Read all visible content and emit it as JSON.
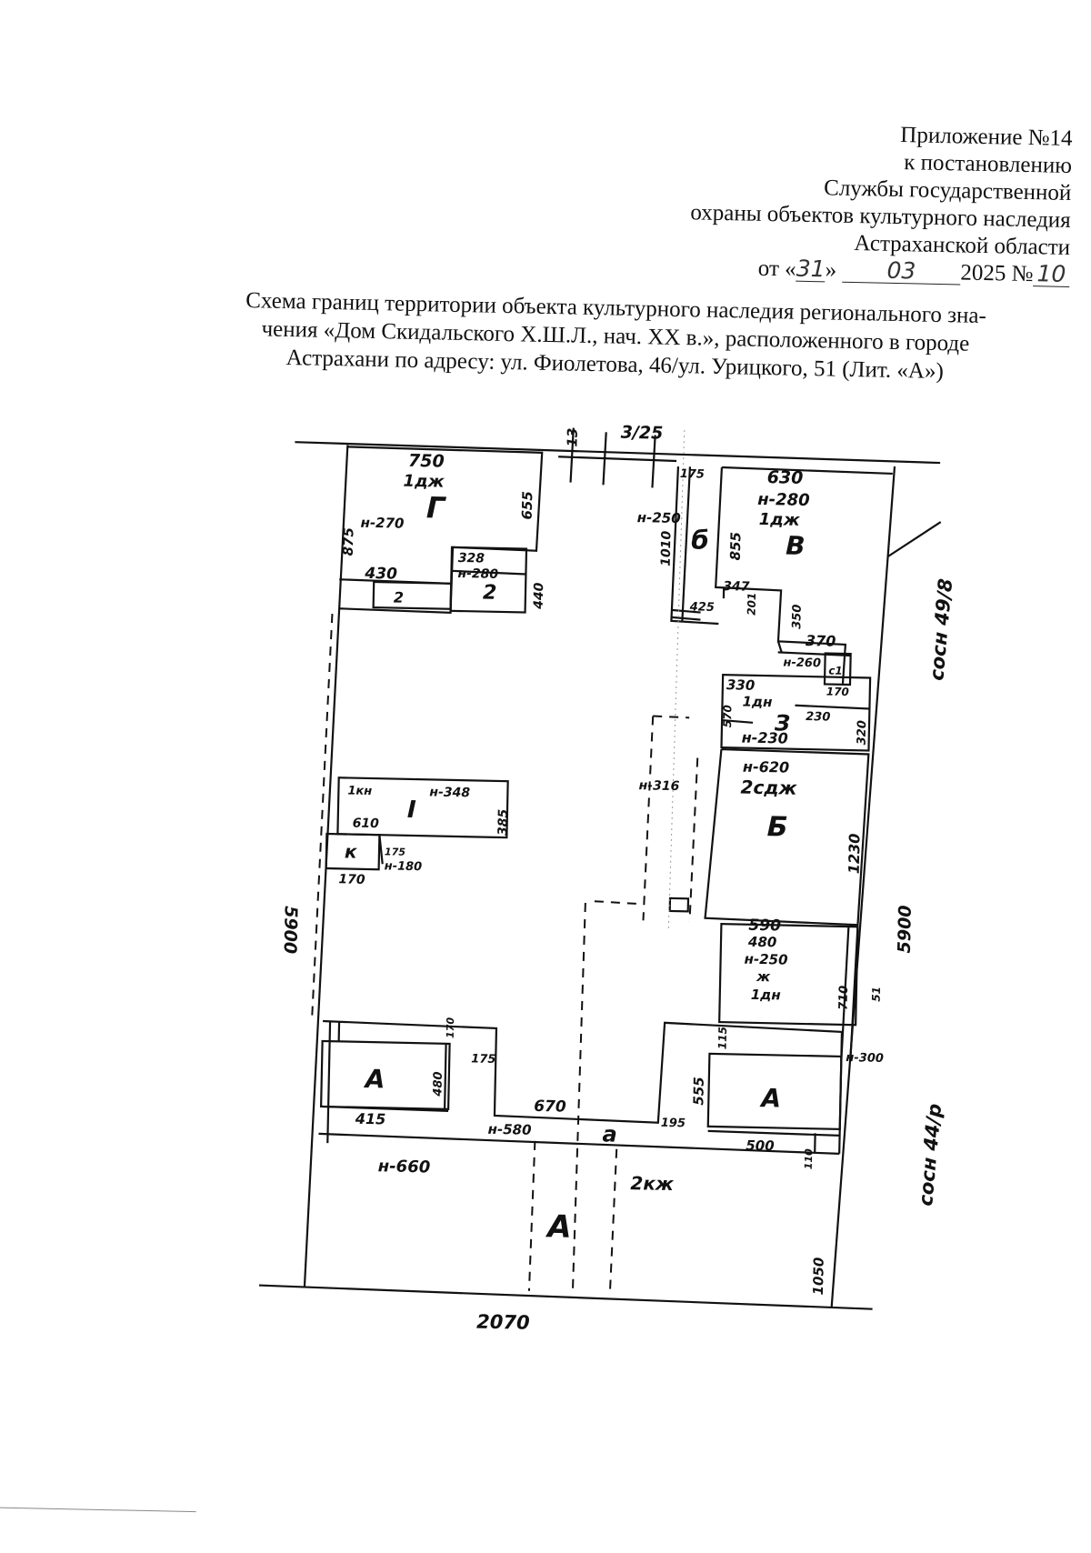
{
  "header": {
    "line1": "Приложение №14",
    "line2": "к постановлению",
    "line3": "Службы государственной",
    "line4": "охраны объектов культурного наследия",
    "line5": "Астраханской области",
    "date_prefix": "от «",
    "date_day": "31",
    "date_mid": "»",
    "date_month": "03",
    "date_year": "2025 №",
    "date_number": "10"
  },
  "title": {
    "line1": "Схема границ территории объекта культурного наследия регионального зна-",
    "line2": "чения «Дом Скидальского Х.Ш.Л., нач. XX в.», расположенного в городе",
    "line3": "Астрахани по адресу: ул. Фиолетова, 46/ул. Урицкого, 51 (Лит. «А»)"
  },
  "plan": {
    "top_gap_left": "13",
    "top_gap_right": "3/25",
    "g_width": "750",
    "g_type": "1дж",
    "g_letter": "Г",
    "g_height_label": "н-270",
    "g_left": "875",
    "g_right": "655",
    "g_bottom": "430",
    "g2_top": "328",
    "g2_h": "н-280",
    "g2_letter": "2",
    "g2_right": "440",
    "g2_small": "2",
    "b_top": "175",
    "b_height": "н-250",
    "b_left": "1010",
    "b_letter": "б",
    "v_width": "630",
    "v_height": "н-280",
    "v_type": "1дж",
    "v_letter": "В",
    "v_left": "855",
    "v_347": "347",
    "v_425": "425",
    "v_201": "201",
    "v_350": "350",
    "v_370": "370",
    "v_h2": "н-260",
    "v_c1": "с1",
    "v_170": "170",
    "sosed_top": "сосн 49/8",
    "z_top": "330",
    "z_type": "1дн",
    "z_letter": "З",
    "z_230": "230",
    "z_height": "н-230",
    "z_570": "570",
    "z_320": "320",
    "b5_height": "н-620",
    "b5_type": "2сдж",
    "b5_letter": "Б",
    "b5_right": "1230",
    "n316": "н-316",
    "i_kn": "1кн",
    "i_height": "н-348",
    "i_letter": "I",
    "i_610": "610",
    "i_385": "385",
    "k_letter": "к",
    "k_top": "175",
    "k_h": "н-180",
    "k_bottom": "170",
    "left_len": "5900",
    "right_len": "5900",
    "j_top": "590",
    "j_480": "480",
    "j_height": "н-250",
    "j_type": "ж",
    "j_floors": "1дн",
    "j_710": "710",
    "j_side": "51",
    "n300": "н-300",
    "a_letter_left": "А",
    "a_170": "170",
    "a_480": "480",
    "a_175": "175",
    "a_415": "415",
    "a_670": "670",
    "a_n580": "н-580",
    "a_small": "а",
    "a_195": "195",
    "a_555": "555",
    "a_115": "115",
    "a_letter_right": "А",
    "a_500": "500",
    "a_110": "110",
    "a_n660": "н-660",
    "a_type": "2кж",
    "a_big": "А",
    "a_1050": "1050",
    "sosed_bottom": "сосн 44/р",
    "bottom_len": "2070"
  }
}
